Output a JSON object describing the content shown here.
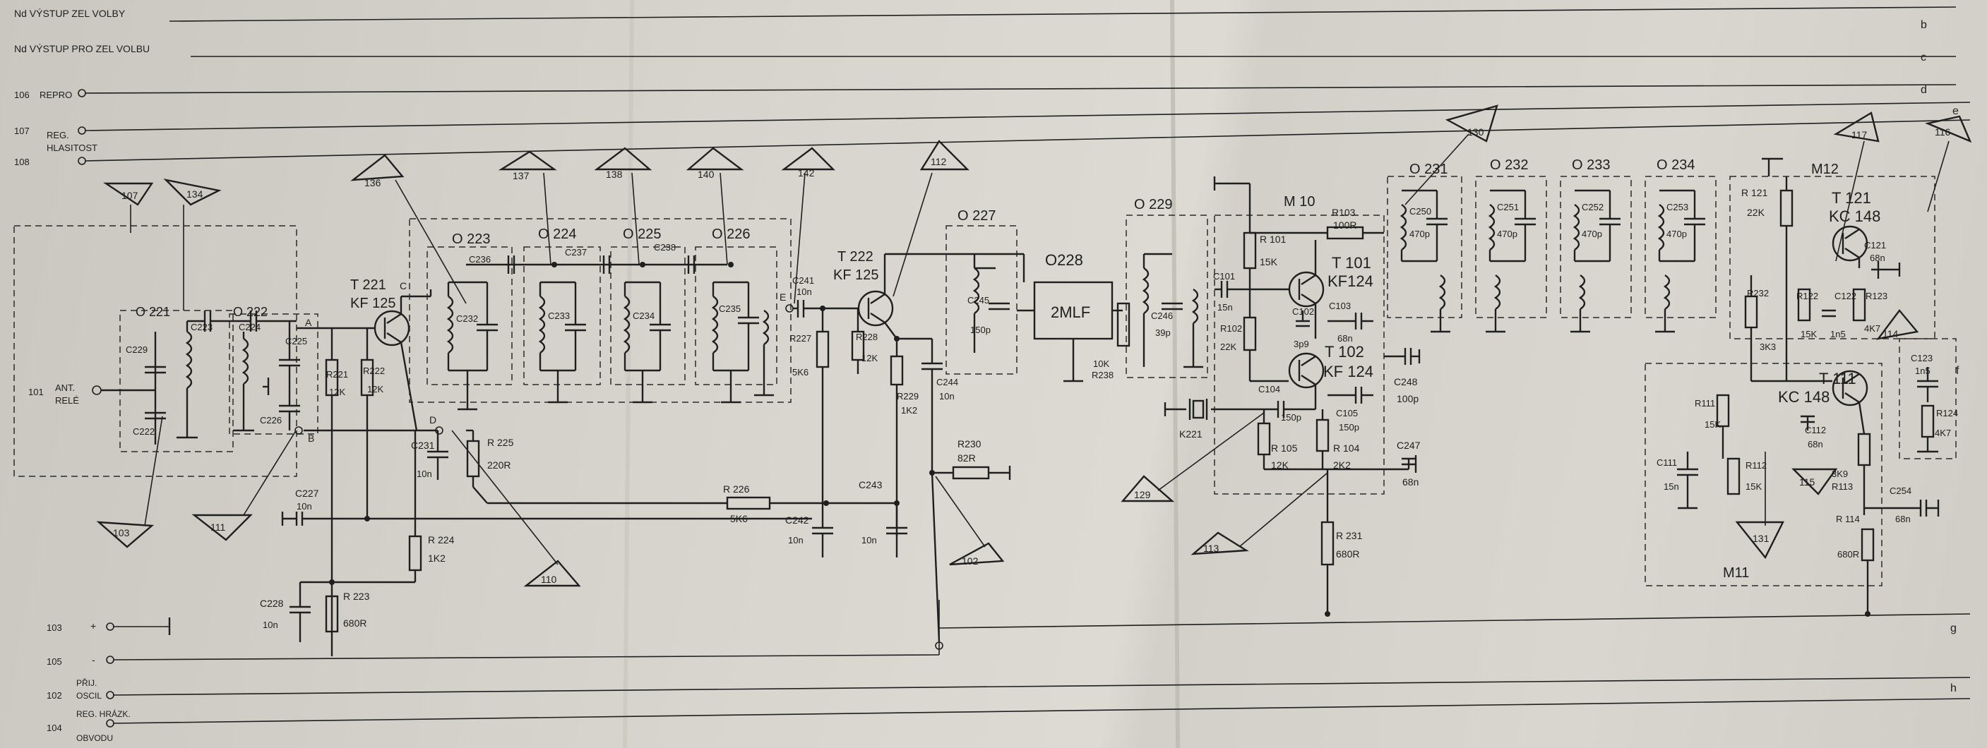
{
  "bus_labels": {
    "v1": "Nd VÝSTUP ZEL VOLBY",
    "v2": "Nd VÝSTUP PRO ZEL VOLBU",
    "repro_num": "106",
    "repro": "REPRO",
    "reg_num": "107",
    "reg": "REG.",
    "hlasitost": "HLASITOST",
    "num108": "108",
    "letters": [
      "b",
      "c",
      "d",
      "e",
      "f",
      "g",
      "h"
    ]
  },
  "terminals": {
    "t101_num": "101",
    "ant": "ANT.",
    "rele": "RELÉ",
    "t103": "103",
    "plus": "+",
    "t105": "105",
    "minus": "-",
    "t102": "102",
    "prij": "PŘIJ.",
    "oscil": "OSCIL",
    "t104": "104",
    "reg_hrazk": "REG. HRÁZK.",
    "obvodu": "OBVODU"
  },
  "blocks": {
    "O221": "O 221",
    "O222": "O 222",
    "O223": "O 223",
    "O224": "O 224",
    "O225": "O 225",
    "O226": "O 226",
    "O227": "O 227",
    "O228": "O228",
    "mlf": "2MLF",
    "O229": "O 229",
    "M10": "M 10",
    "M11": "M11",
    "M12": "M12",
    "O231": "O 231",
    "O232": "O 232",
    "O233": "O 233",
    "O234": "O 234"
  },
  "transistors": [
    {
      "ref": "T 221",
      "type": "KF 125"
    },
    {
      "ref": "T 222",
      "type": "KF 125"
    },
    {
      "ref": "T 101",
      "type": "KF124"
    },
    {
      "ref": "T 102",
      "type": "KF 124"
    },
    {
      "ref": "T 121",
      "type": "KC 148"
    },
    {
      "ref": "T 111",
      "type": "KC 148"
    }
  ],
  "triangles": [
    "107",
    "134",
    "136",
    "137",
    "138",
    "140",
    "142",
    "112",
    "103",
    "111",
    "110",
    "102",
    "129",
    "113",
    "130",
    "131",
    "115",
    "117",
    "116",
    "114"
  ],
  "components": {
    "c229": "C229",
    "c223": "C223",
    "c224": "C224",
    "c225": "C225",
    "c222": "C222",
    "c226": "C226",
    "nodeA": "A",
    "nodeB": "B",
    "nodeC": "C",
    "nodeD": "D",
    "nodeE": "E",
    "r221": "R221",
    "r221v": "12K",
    "r222": "R222",
    "r222v": "12K",
    "c236": "C236",
    "c237": "C237",
    "c238": "C238",
    "c232": "C232",
    "c233": "C233",
    "c234": "C234",
    "c235": "C235",
    "c231": "C231",
    "c231v": "10n",
    "r225": "R 225",
    "r225v": "220R",
    "c227": "C227",
    "c227v": "10n",
    "r224": "R 224",
    "r224v": "1K2",
    "r226": "R 226",
    "r226v": "5K6",
    "c228": "C228",
    "c228v": "10n",
    "r223": "R 223",
    "r223v": "680R",
    "c241": "C241",
    "c241v": "10n",
    "r227": "R227",
    "r227v": "5K6",
    "r228": "R228",
    "r228v": "12K",
    "r229": "R229",
    "r229v": "1K2",
    "c244": "C244",
    "c244v": "10n",
    "r230": "R230",
    "r230v": "82R",
    "c242": "C242",
    "c242v": "10n",
    "c243": "C243",
    "c243v": "10n",
    "c245": "C245",
    "c245v": "150p",
    "r238v": "10K",
    "r238": "R238",
    "c246": "C246",
    "c246v": "39p",
    "r101": "R 101",
    "r101v": "15K",
    "r103": "R103",
    "r103v": "100R",
    "c101": "C101",
    "c101v": "15n",
    "r102": "R102",
    "r102v": "22K",
    "c102": "C102",
    "c102v": "3p9",
    "c103": "C103",
    "c103v": "68n",
    "c104": "C104",
    "c104v": "150p",
    "c105": "C105",
    "c105v": "150p",
    "r105": "R 105",
    "r105v": "12K",
    "r104": "R 104",
    "r104v": "2K2",
    "k221": "K221",
    "c248": "C248",
    "c248v": "100p",
    "c247": "C247",
    "c247v": "68n",
    "r231": "R 231",
    "r231v": "680R",
    "c250": "C250",
    "c251": "C251",
    "c252": "C252",
    "c253": "C253",
    "p470": "470p",
    "r121": "R 121",
    "r121v": "22K",
    "c121": "C121",
    "c121v": "68n",
    "r122": "R122",
    "r122v": "15K",
    "c122": "C122",
    "c122v": "1n5",
    "r123": "R123",
    "r123v": "4K7",
    "r232": "R232",
    "r232v": "3K3",
    "c123": "C123",
    "c123v": "1n5",
    "r124": "R124",
    "r124v": "4K7",
    "r111": "R111",
    "r111v": "15K",
    "c112": "C112",
    "c112v": "68n",
    "c111": "C111",
    "c111v": "15n",
    "r112": "R112",
    "r112v": "15K",
    "r113": "R113",
    "r113v": "3K9",
    "c254": "C254",
    "c254v": "68n",
    "r114": "R 114",
    "r114v": "680R"
  }
}
